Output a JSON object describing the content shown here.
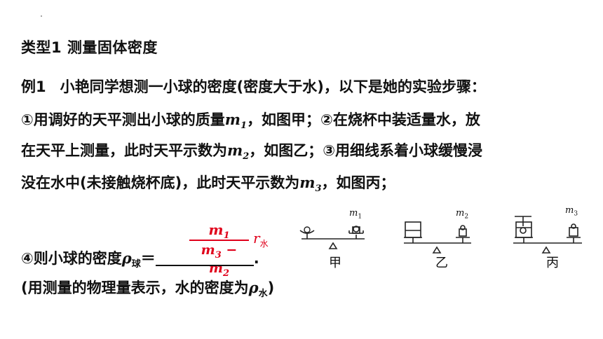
{
  "heading": "类型1  测量固体密度",
  "example": {
    "label": "例1",
    "line1": "小艳同学想测一小球的密度(密度大于水)，以下是她的实验步骤：",
    "line2_a": "①用调好的天平测出小球的质量",
    "line2_m": "m",
    "line2_sub": "1",
    "line2_b": "，如图甲；②在烧杯中装适量水，放",
    "line3_a": "在天平上测量，此时天平示数为",
    "line3_m": "m",
    "line3_sub": "2",
    "line3_b": "，如图乙；③用细线系着小球缓慢浸",
    "line4_a": "没在水中(未接触烧杯底)，此时天平示数为",
    "line4_m": "m",
    "line4_sub": "3",
    "line4_b": "，如图丙；",
    "step4_prefix": "④则小球的密度",
    "step4_rho": "ρ",
    "step4_rho_sub": "球",
    "step4_eq": "＝",
    "step4_end": ".",
    "note_a": "(用测量的物理量表示，水的密度为",
    "note_rho": "ρ",
    "note_rho_sub": "水",
    "note_b": ")"
  },
  "answer": {
    "num_m": "m",
    "num_sub": "1",
    "den_m3": "m",
    "den_sub3": "3",
    "den_op": " − ",
    "den_m2": "m",
    "den_sub2": "2",
    "rho": "r",
    "rho_sub": "水",
    "color": "#e0001b"
  },
  "figures": [
    {
      "label": "甲",
      "m": "m",
      "sub": "1",
      "icon": "balance-with-ball"
    },
    {
      "label": "乙",
      "m": "m",
      "sub": "2",
      "icon": "balance-with-beaker"
    },
    {
      "label": "丙",
      "m": "m",
      "sub": "3",
      "icon": "balance-with-immersed-ball"
    }
  ]
}
